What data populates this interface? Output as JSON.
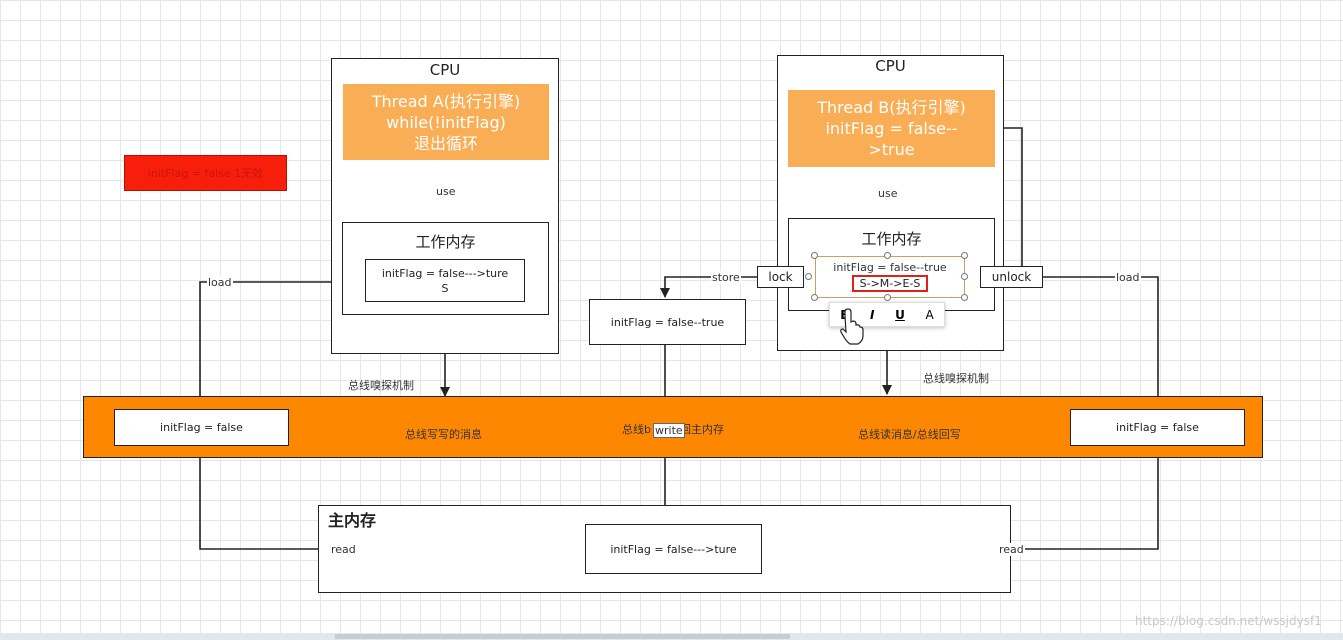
{
  "note_red": "initFlag = false    1无效",
  "cpu_a": {
    "title": "CPU",
    "thread": [
      "Thread A(执行引擎)",
      "while(!initFlag)",
      "退出循环"
    ],
    "use": "use",
    "work_memory_title": "工作内存",
    "var": [
      "initFlag = false--->ture",
      "S"
    ]
  },
  "cpu_b": {
    "title": "CPU",
    "thread": [
      "Thread B(执行引擎)",
      "initFlag = false--",
      ">true"
    ],
    "use": "use",
    "work_memory_title": "工作内存",
    "var": "initFlag = false--true",
    "mesi": "S->M->E-S"
  },
  "edges": {
    "load_left": "load",
    "load_right": "load",
    "store": "store",
    "lock": "lock",
    "unlock": "unlock",
    "read_left": "read",
    "read_right": "read",
    "write": "write"
  },
  "store_box": "initFlag = false--true",
  "sniff_left": "总线嗅探机制",
  "sniff_right": "总线嗅探机制",
  "bus": {
    "left_value": "initFlag = false",
    "right_value": "initFlag = false",
    "text_write_msg": "总线写写的消息",
    "text_center_a": "总线b",
    "text_center_b": "回主内存",
    "text_read_msg": "总线读消息/总线回写"
  },
  "main_memory": {
    "title": "主内存",
    "value": "initFlag = false--->ture"
  },
  "toolbar": [
    "B",
    "I",
    "U",
    "A"
  ],
  "watermark": "https://blog.csdn.net/wssjdysf1"
}
